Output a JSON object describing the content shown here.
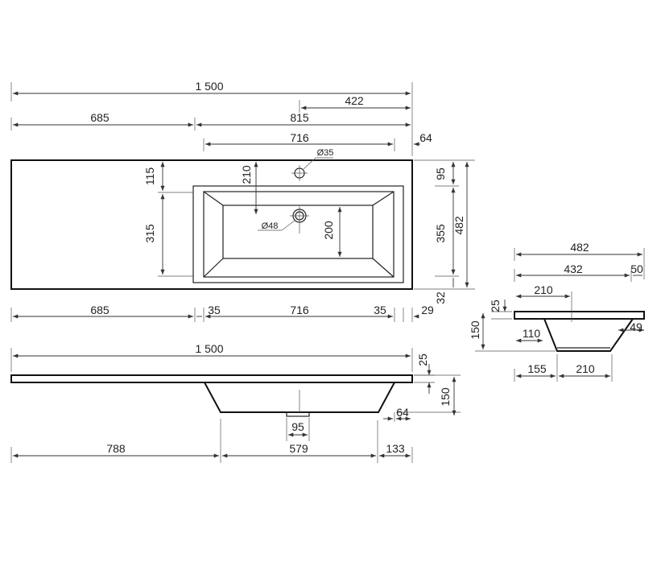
{
  "top_view": {
    "overall": "1 500",
    "right_part": "422",
    "left_deck": "685",
    "basin_block": "815",
    "basin_top_len": "716",
    "right_edge": "64",
    "tap_hole": "Ø35",
    "drain_hole": "Ø48",
    "top_margin": "115",
    "basin_depth_left": "315",
    "tap_offset": "210",
    "basin_depth_inner": "200",
    "right_95": "95",
    "right_355": "355",
    "right_482": "482",
    "right_32": "32",
    "bottom_685": "685",
    "bottom_35a": "35",
    "bottom_716": "716",
    "bottom_35b": "35",
    "bottom_29": "29"
  },
  "front_view": {
    "overall": "1 500",
    "thickness": "25",
    "height": "150",
    "drain": "95",
    "right_64": "64",
    "seg_788": "788",
    "seg_579": "579",
    "seg_133": "133"
  },
  "side_view": {
    "depth": "482",
    "inner": "432",
    "edge": "50",
    "top_210": "210",
    "thickness": "25",
    "height": "150",
    "bottom_110": "110",
    "right_49": "49",
    "base_155": "155",
    "base_210": "210"
  }
}
